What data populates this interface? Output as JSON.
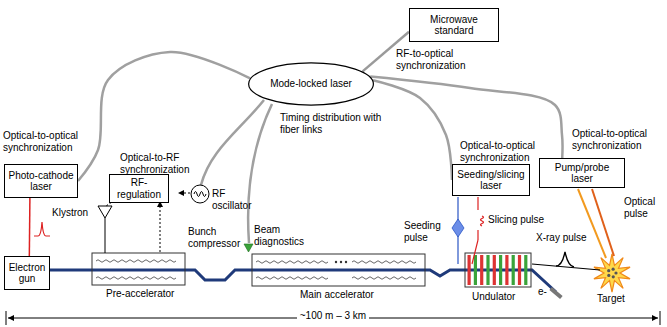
{
  "diagram": {
    "nodes": [
      {
        "text": [
          "Microwave standard"
        ]
      },
      {
        "text": [
          "Mode-locked laser"
        ]
      },
      {
        "text": [
          "Photo-cathode laser"
        ]
      },
      {
        "text": [
          "RF-regulation"
        ]
      },
      {
        "text": [
          "Seeding/slicing laser"
        ]
      },
      {
        "text": [
          "Pump/probe laser"
        ]
      },
      {
        "text": [
          "Electron gun"
        ]
      }
    ],
    "edges": [
      {
        "from": 0,
        "to": 1,
        "arrow": "none"
      },
      {
        "from": 1,
        "to": 2,
        "arrow": "none"
      },
      {
        "from": 1,
        "to": 4,
        "arrow": "none"
      },
      {
        "from": 1,
        "to": 5,
        "arrow": "none"
      },
      {
        "from": 2,
        "to": 6,
        "arrow": "none"
      }
    ],
    "labels": [
      "RF-to-optical synchronization",
      "Timing distribution with fiber links",
      "Optical-to-optical synchronization",
      "Optical-to-RF synchronization",
      "RF oscillator",
      "Optical-to-optical synchronization",
      "Optical-to-optical synchronization",
      "Optical pulse",
      "Klystron",
      "Bunch compressor",
      "Beam diagnostics",
      "Seeding pulse",
      "Slicing pulse",
      "X-ray pulse",
      "Pre-accelerator",
      "Main accelerator",
      "Undulator",
      "e-",
      "Target",
      "~100 m – 3 km"
    ]
  }
}
